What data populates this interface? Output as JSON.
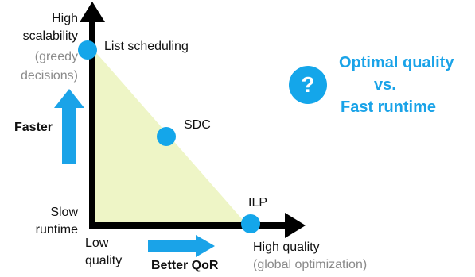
{
  "y_axis": {
    "top_label": [
      "High",
      "scalability"
    ],
    "top_label_note": [
      "(greedy",
      "decisions)"
    ],
    "bottom_label": [
      "Slow",
      "runtime"
    ],
    "arrow_label": "Faster"
  },
  "x_axis": {
    "left_label": [
      "Low",
      "quality"
    ],
    "right_label": "High quality",
    "right_label_note": "(global optimization)",
    "arrow_label": "Better QoR"
  },
  "points": [
    {
      "label": "List scheduling"
    },
    {
      "label": "SDC"
    },
    {
      "label": "ILP"
    }
  ],
  "callout": {
    "icon": "?",
    "line1": "Optimal quality",
    "line2": "vs.",
    "line3": "Fast runtime"
  },
  "colors": {
    "accent": "#14a6ea",
    "triangle_fill": "#eef5c6",
    "axis": "#000000",
    "note_gray": "#8a8a8a"
  }
}
